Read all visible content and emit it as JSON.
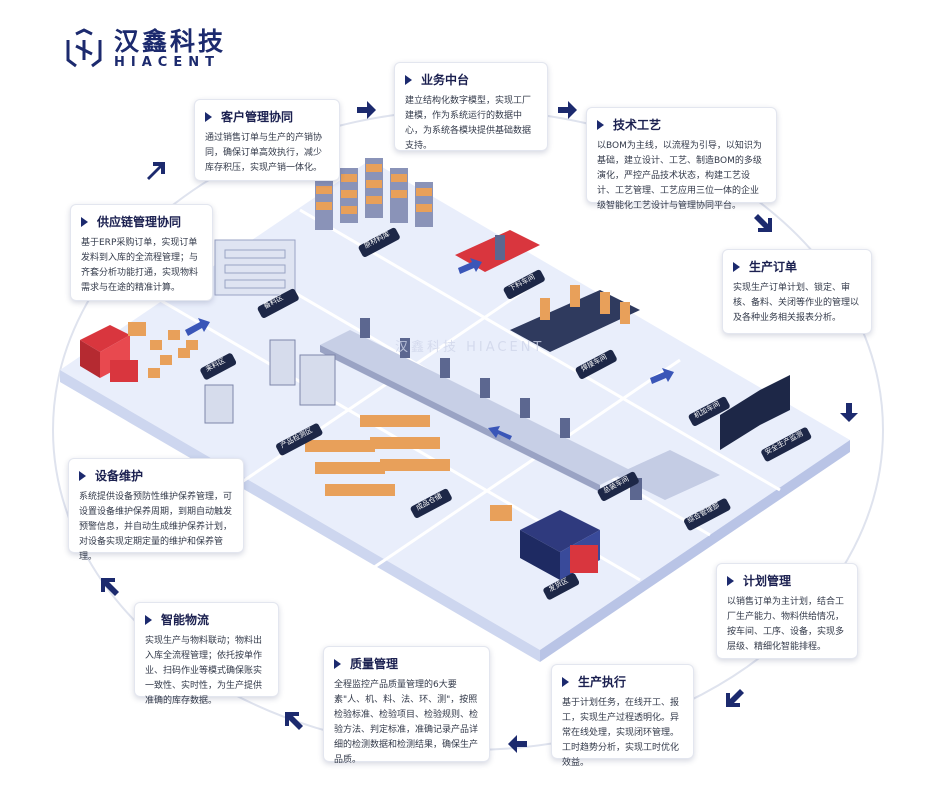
{
  "brand": {
    "name_cn": "汉鑫科技",
    "name_en": "HIACENT"
  },
  "colors": {
    "navy": "#1c2a6e",
    "floor": "#e9eefb",
    "accent_red": "#d9363e",
    "crate": "#e8a05a"
  },
  "cards": {
    "customer": {
      "title": "客户管理协同",
      "body": "通过销售订单与生产的产销协同，确保订单高效执行，减少库存积压，实现产销一体化。"
    },
    "business": {
      "title": "业务中台",
      "body": "建立结构化数字模型，实现工厂建模，作为系统运行的数据中心，为系统各模块提供基础数据支持。"
    },
    "tech": {
      "title": "技术工艺",
      "body": "以BOM为主线，以流程为引导，以知识为基础，建立设计、工艺、制造BOM的多级演化，严控产品技术状态，构建工艺设计、工艺管理、工艺应用三位一体的企业级智能化工艺设计与管理协同平台。"
    },
    "order": {
      "title": "生产订单",
      "body": "实现生产订单计划、锁定、审核、备料、关闭等作业的管理以及各种业务相关报表分析。"
    },
    "plan": {
      "title": "计划管理",
      "body": "以销售订单为主计划，结合工厂生产能力、物料供给情况，按车间、工序、设备，实现多层级、精细化智能排程。"
    },
    "exec": {
      "title": "生产执行",
      "body": "基于计划任务，在线开工、报工，实现生产过程透明化。异常在线处理，实现闭环管理。工时趋势分析，实现工时优化效益。"
    },
    "quality": {
      "title": "质量管理",
      "body": "全程监控产品质量管理的6大要素\"人、机、料、法、环、测\"，按照检验标准、检验项目、检验规则、检验方法、判定标准，准确记录产品详细的检测数据和检测结果，确保生产品质。"
    },
    "logistics": {
      "title": "智能物流",
      "body": "实现生产与物料联动；物料出入库全流程管理；依托按单作业、扫码作业等模式确保账实一致性、实时性，为生产提供准确的库存数据。"
    },
    "maint": {
      "title": "设备维护",
      "body": "系统提供设备预防性维护保养管理，可设置设备维护保养周期，到期自动触发预警信息，并自动生成维护保养计划，对设备实现定期定量的维护和保养管理。"
    },
    "supply": {
      "title": "供应链管理协同",
      "body": "基于ERP采购订单，实现订单发料到入库的全流程管理；与齐套分析功能打通，实现物料需求与在途的精准计算。"
    }
  },
  "zones": {
    "raw": "原材料库",
    "blank": "下料车间",
    "weld": "焊接车间",
    "machining": "机加车间",
    "safety": "安全生产监测",
    "prep": "备料区",
    "inspect": "产品检测区",
    "assembly": "总装车间",
    "control": "综合管理部",
    "finished": "成品仓储",
    "ship": "发货区",
    "recv": "来料区"
  }
}
